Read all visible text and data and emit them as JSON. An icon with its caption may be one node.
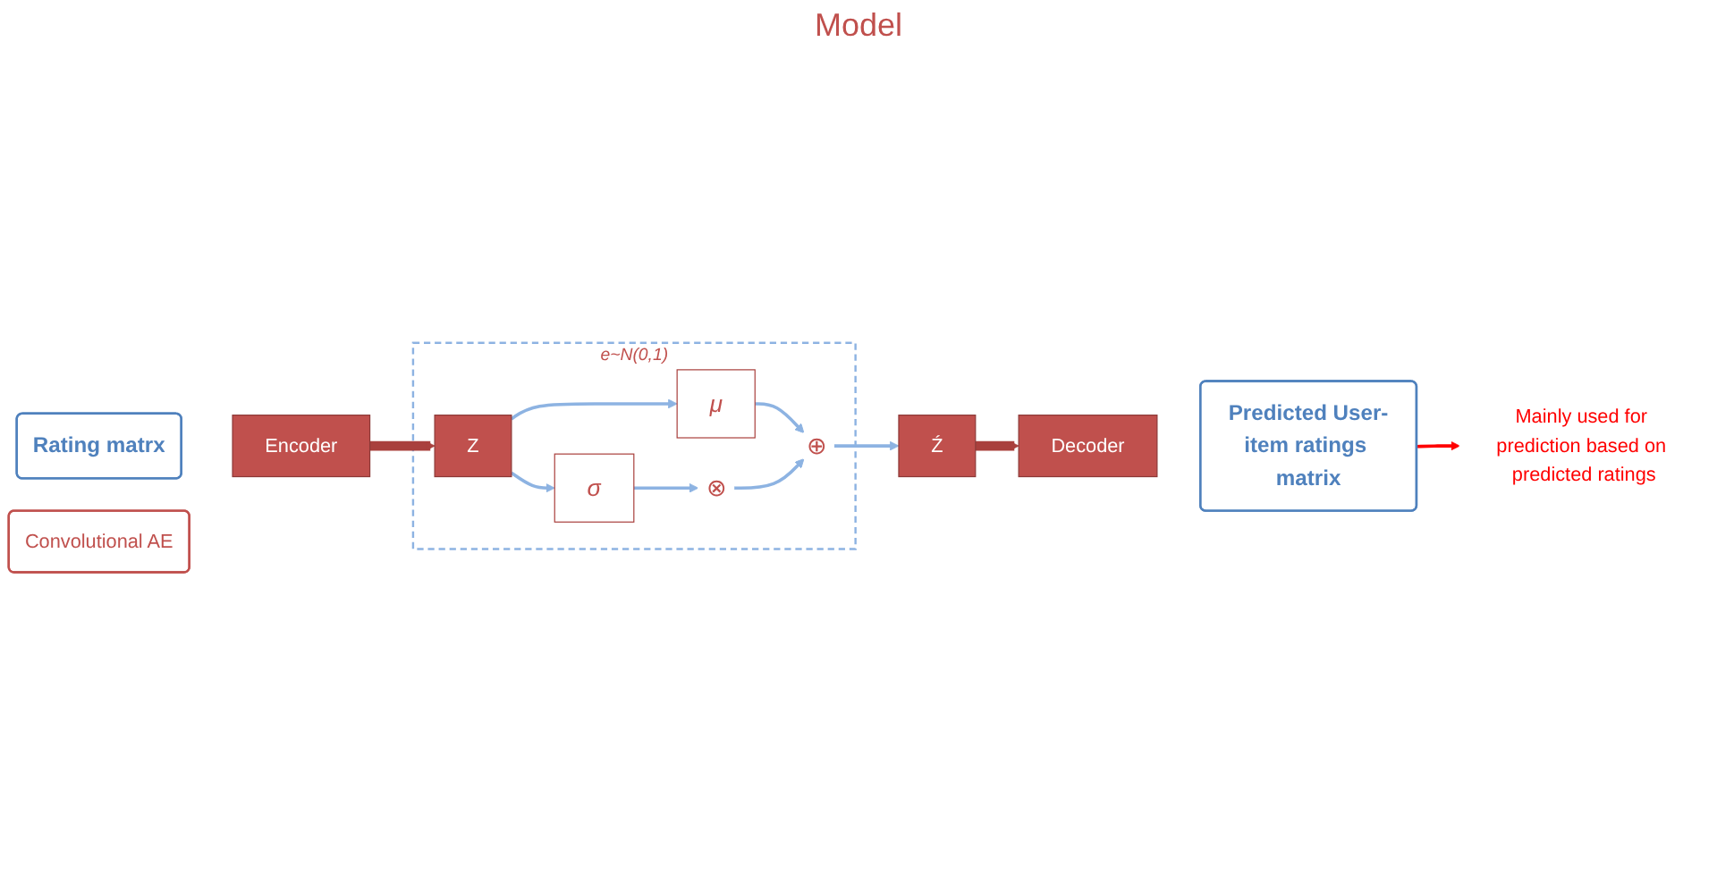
{
  "diagram": {
    "nodes": [
      {
        "text": [
          "Rating matrx"
        ]
      },
      {
        "text": [
          "Encoder"
        ]
      },
      {
        "text": [
          "Convolutional AE"
        ]
      },
      {
        "text": [
          "e~N(0,1)"
        ]
      },
      {
        "text": [
          "Z"
        ],
        "in": 3
      },
      {
        "text": [
          "μ"
        ],
        "in": 3
      },
      {
        "text": [
          "σ"
        ],
        "in": 3
      },
      {
        "text": [
          "⊕"
        ],
        "in": 3
      },
      {
        "text": [
          "⊗"
        ],
        "in": 3
      },
      {
        "text": [
          "Ź"
        ]
      },
      {
        "text": [
          "Decoder"
        ]
      },
      {
        "text": [
          "Predicted User-item ratings matrix"
        ]
      },
      {
        "text": [
          "Mainly used for prediction based on predicted ratings"
        ]
      }
    ],
    "edges": [
      {
        "from": 1,
        "to": 4,
        "arrow": "to",
        "style": "thick",
        "color": "#a9403d"
      },
      {
        "from": 4,
        "to": 5,
        "arrow": "to"
      },
      {
        "from": 4,
        "to": 6,
        "arrow": "to"
      },
      {
        "from": 5,
        "to": 7,
        "arrow": "to"
      },
      {
        "from": 6,
        "to": 8,
        "arrow": "to"
      },
      {
        "from": 8,
        "to": 7,
        "arrow": "to"
      },
      {
        "from": 7,
        "to": 9,
        "arrow": "to"
      },
      {
        "from": 9,
        "to": 10,
        "arrow": "to",
        "style": "thick",
        "color": "#a9403d"
      },
      {
        "from": 11,
        "to": 12,
        "arrow": "to",
        "color": "#ff0000"
      }
    ],
    "labels": [
      "Model"
    ]
  }
}
